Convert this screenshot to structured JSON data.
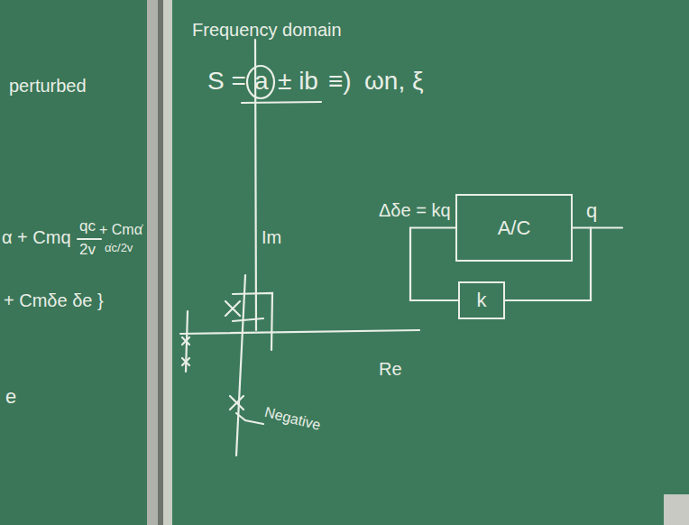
{
  "diagram": {
    "nodes": [
      {
        "text": [
          "A/C"
        ]
      },
      {
        "text": [
          "k"
        ]
      }
    ],
    "edges": [
      {
        "from": 0,
        "to": 1,
        "arrow": "none"
      },
      {
        "from": 1,
        "to": 0,
        "arrow": "none"
      }
    ],
    "labels": [
      "perturbed",
      "α + Cmq",
      "qc",
      "2v",
      "+ Cmα̇",
      "α̇c/2v",
      "+ Cmδe δe }",
      "e",
      "Frequency domain",
      "S =",
      "a",
      "± ib",
      "≡)",
      "ωn, ξ",
      "Im",
      "Re",
      "Negative",
      "Δδe = kq",
      "q"
    ]
  }
}
